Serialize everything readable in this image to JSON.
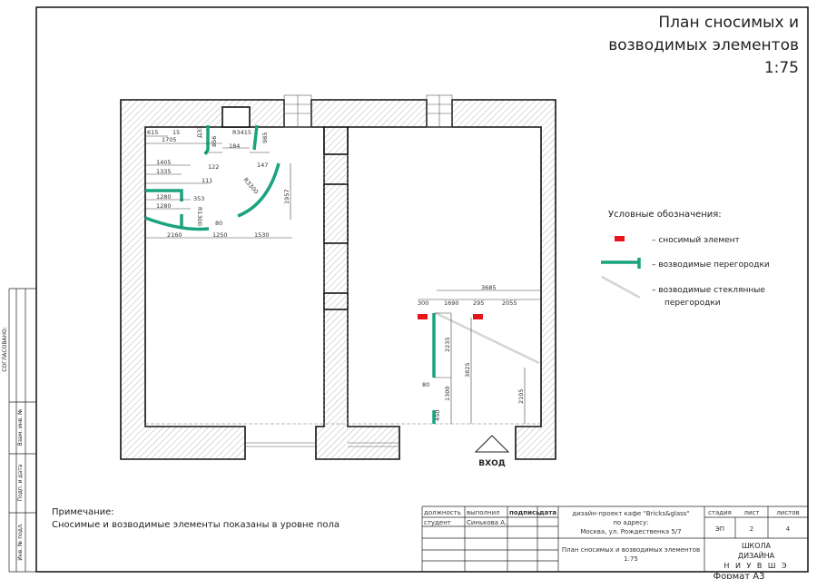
{
  "title": {
    "line1": "План сносимых и",
    "line2": "возводимых элементов",
    "scale": "1:75"
  },
  "legend": {
    "heading": "Условные обозначения:",
    "items": [
      {
        "label": "– сносимый элемент",
        "color": "#e8141c"
      },
      {
        "label": "– возводимые перегородки",
        "color": "#1aa37f"
      },
      {
        "label": "– возводимые стеклянные",
        "label2": "перегородки",
        "color": "#d4d4d4"
      }
    ]
  },
  "entrance": "ВХОД",
  "dims": [
    "615",
    "15",
    "1705",
    "ДЗЗ",
    "856",
    "184",
    "R3415",
    "985",
    "122",
    "147",
    "1405",
    "1335",
    "111",
    "1280",
    "1280",
    "353",
    "R1300",
    "80",
    "1957",
    "R3300",
    "2160",
    "1250",
    "1530",
    "3685",
    "300",
    "1690",
    "295",
    "2055",
    "2235",
    "3825",
    "80",
    "1300",
    "450",
    "2105"
  ],
  "note": {
    "heading": "Примечание:",
    "text": "Сносимые и возводимые элементы показаны в уровне пола"
  },
  "side_stamp": {
    "agreed": "СОГЛАСОВАНО:",
    "inv_no": "Инв. № подл.",
    "sign_date": "Подп. и дата",
    "replace_inv": "Взам. инв. №"
  },
  "title_block": {
    "headers": [
      "должность",
      "выполнил",
      "подпись",
      "дата"
    ],
    "role": "студент",
    "author": "Синькова А.",
    "project_line1": "дизайн-проект кафе \"Bricks&glass\"",
    "project_line2": "по адресу:",
    "project_line3": "Москва, ул. Рождественка 5/7",
    "sheet_title": "План сносимых и возводимых элементов",
    "sheet_scale": "1:75",
    "stage_h": "стадия",
    "sheet_h": "лист",
    "sheets_h": "листов",
    "stage": "ЭП",
    "sheet": "2",
    "sheets": "4",
    "school1": "ШКОЛА",
    "school2": "ДИЗАЙНА",
    "school3": "Н И У   В Ш Э",
    "format": "Формат А3"
  }
}
